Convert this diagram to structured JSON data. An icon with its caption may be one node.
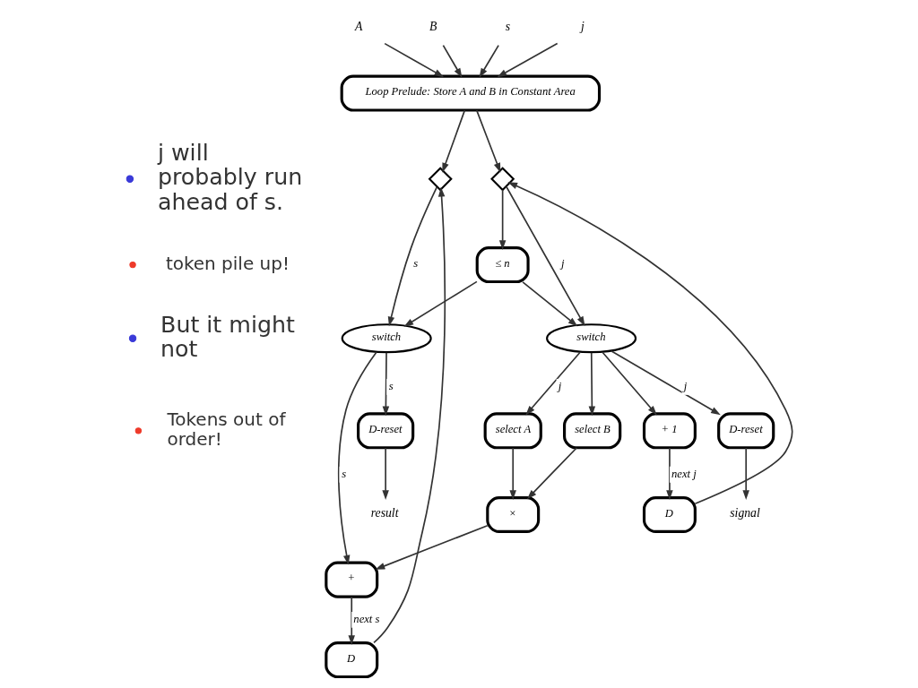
{
  "diagram": {
    "nodes": [
      {
        "text": [
          "A"
        ]
      },
      {
        "text": [
          "B"
        ]
      },
      {
        "text": [
          "s"
        ]
      },
      {
        "text": [
          "j"
        ]
      },
      {
        "text": [
          "Loop Prelude: Store A and B in Constant Area"
        ]
      },
      {
        "text": [],
        "shape": "diamond"
      },
      {
        "text": [],
        "shape": "diamond"
      },
      {
        "text": [
          "switch"
        ]
      },
      {
        "text": [
          "switch"
        ]
      },
      {
        "text": [
          "≤ n"
        ]
      },
      {
        "text": [
          "select A"
        ]
      },
      {
        "text": [
          "select B"
        ]
      },
      {
        "text": [
          "×"
        ]
      },
      {
        "text": [
          "+"
        ]
      },
      {
        "text": [
          "+ 1"
        ]
      },
      {
        "text": [
          "D"
        ]
      },
      {
        "text": [
          "D"
        ]
      },
      {
        "text": [
          "D-reset"
        ]
      },
      {
        "text": [
          "D-reset"
        ]
      },
      {
        "text": [
          "result"
        ]
      },
      {
        "text": [
          "signal"
        ]
      }
    ],
    "edges": [
      {
        "from": 0,
        "to": 4,
        "arrow": "to"
      },
      {
        "from": 1,
        "to": 4,
        "arrow": "to"
      },
      {
        "from": 2,
        "to": 4,
        "arrow": "to"
      },
      {
        "from": 3,
        "to": 4,
        "arrow": "to"
      },
      {
        "from": 4,
        "to": 5,
        "arrow": "to"
      },
      {
        "from": 4,
        "to": 6,
        "arrow": "to"
      },
      {
        "from": 15,
        "to": 5,
        "arrow": "to"
      },
      {
        "from": 16,
        "to": 6,
        "arrow": "to"
      },
      {
        "from": 5,
        "to": 7,
        "arrow": "to",
        "label": "s"
      },
      {
        "from": 6,
        "to": 8,
        "arrow": "to",
        "label": "j"
      },
      {
        "from": 6,
        "to": 9,
        "arrow": "to"
      },
      {
        "from": 9,
        "to": 8,
        "arrow": "to"
      },
      {
        "from": 9,
        "to": 7,
        "arrow": "to"
      },
      {
        "from": 7,
        "to": 13,
        "arrow": "to",
        "label": "s"
      },
      {
        "from": 7,
        "to": 17,
        "arrow": "to",
        "label": "s"
      },
      {
        "from": 8,
        "to": 10,
        "arrow": "to",
        "label": "j"
      },
      {
        "from": 8,
        "to": 11,
        "arrow": "to"
      },
      {
        "from": 8,
        "to": 14,
        "arrow": "to"
      },
      {
        "from": 8,
        "to": 18,
        "arrow": "to",
        "label": "j"
      },
      {
        "from": 10,
        "to": 12,
        "arrow": "to"
      },
      {
        "from": 11,
        "to": 12,
        "arrow": "to"
      },
      {
        "from": 12,
        "to": 13,
        "arrow": "to"
      },
      {
        "from": 17,
        "to": 19,
        "arrow": "to"
      },
      {
        "from": 18,
        "to": 20,
        "arrow": "to"
      },
      {
        "from": 13,
        "to": 15,
        "arrow": "to",
        "label": "next s"
      },
      {
        "from": 14,
        "to": 16,
        "arrow": "to",
        "label": "next j"
      }
    ],
    "labels": [
      "j will probably run ahead of s.",
      "token pile up!",
      "But it might not",
      "Tokens out of order!"
    ]
  }
}
